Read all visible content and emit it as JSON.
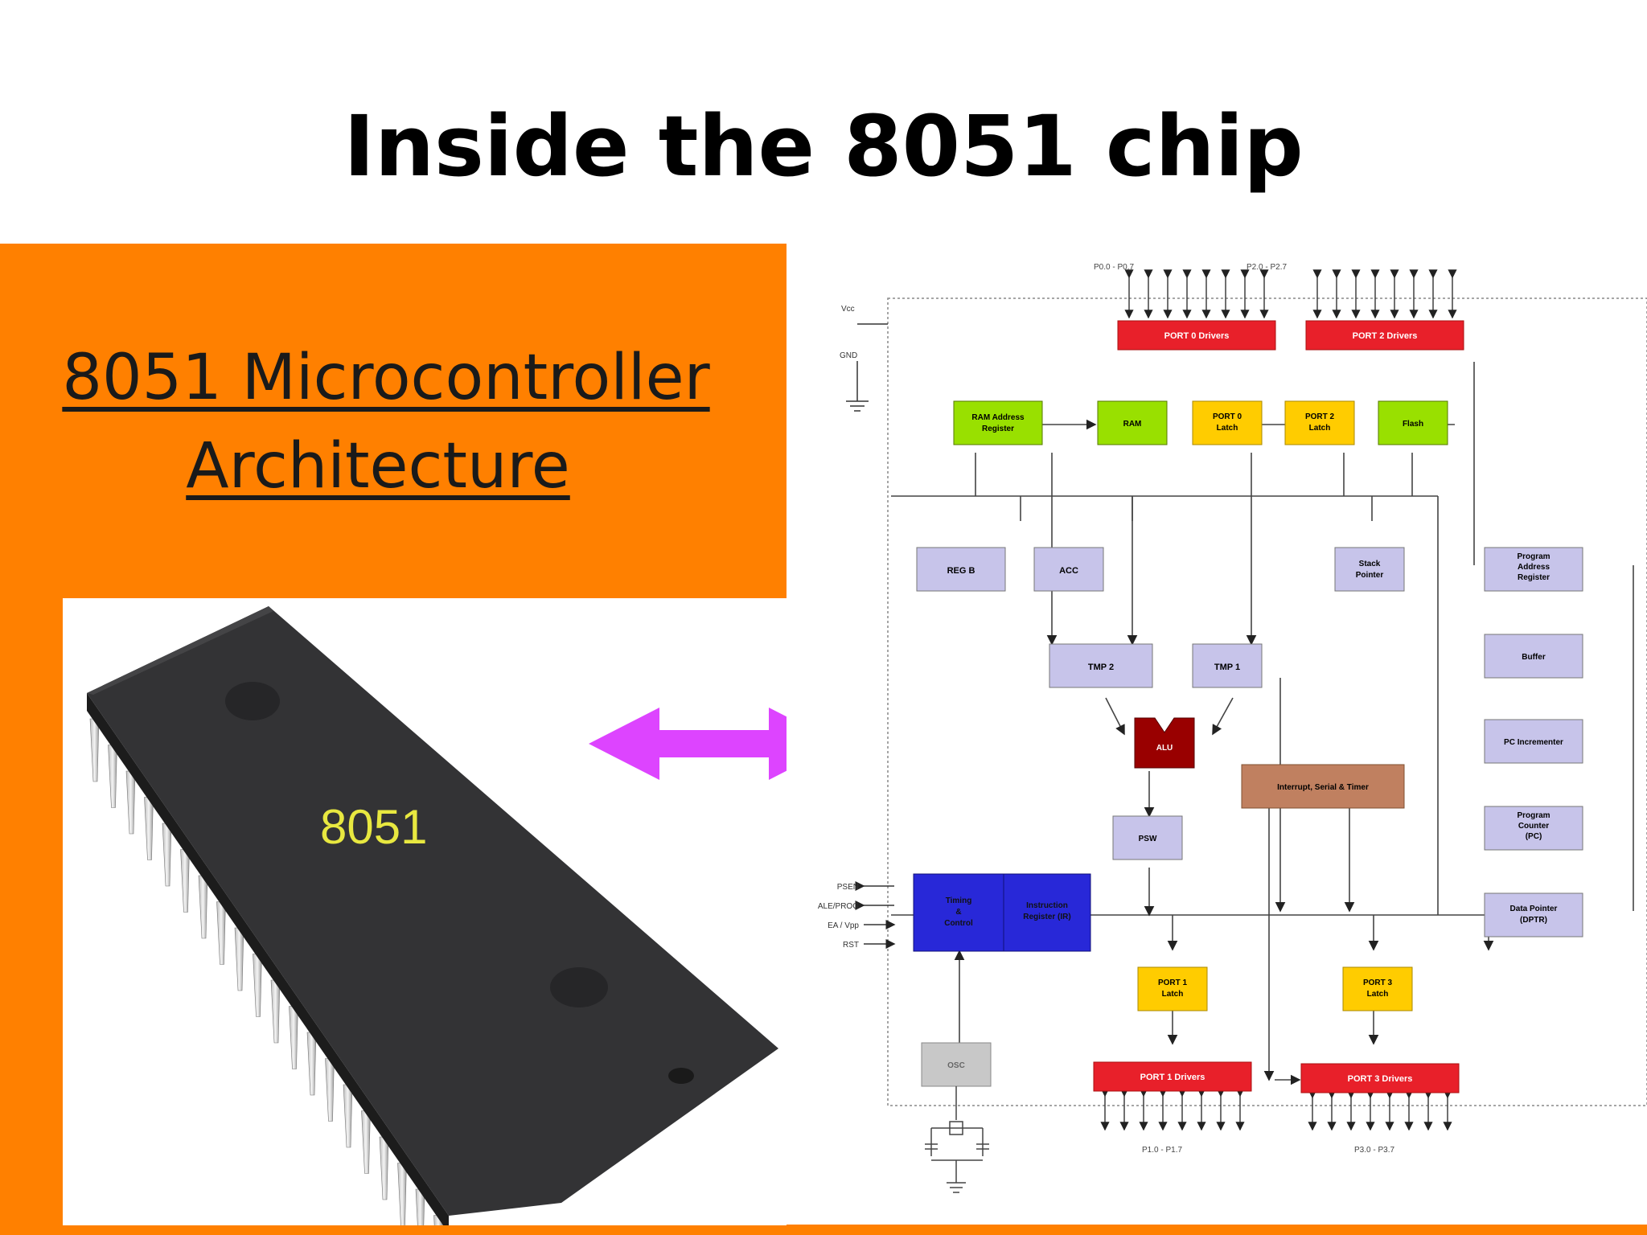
{
  "slide": {
    "title": "Inside the 8051 chip"
  },
  "left_panel": {
    "heading_line1": "8051 Microcontroller ",
    "heading_line2": "Architecture",
    "chip_label": "8051"
  },
  "colors": {
    "orange": "#ff8000",
    "red_driver": "#e8202a",
    "yellow_latch": "#ffcc00",
    "green_block": "#99e000",
    "lavender_block": "#c7c4ea",
    "alu": "#990000",
    "blue_control": "#2828d8",
    "brown_interrupt": "#c08060",
    "arrow_magenta": "#dd44ff"
  },
  "diagram": {
    "pins_top_left": "P0.0 - P0.7",
    "pins_top_right": "P2.0 - P2.7",
    "pins_bottom_left": "P1.0 - P1.7",
    "pins_bottom_right": "P3.0 - P3.7",
    "vcc": "Vcc",
    "gnd": "GND",
    "port0_drivers": "PORT 0 Drivers",
    "port2_drivers": "PORT 2 Drivers",
    "ram_addr_1": "RAM Address",
    "ram_addr_2": "Register",
    "ram": "RAM",
    "port0_latch_1": "PORT 0",
    "port0_latch_2": "Latch",
    "port2_latch_1": "PORT 2",
    "port2_latch_2": "Latch",
    "flash": "Flash",
    "reg_b": "REG B",
    "acc": "ACC",
    "stack_1": "Stack",
    "stack_2": "Pointer",
    "par_1": "Program",
    "par_2": "Address",
    "par_3": "Register",
    "tmp2": "TMP 2",
    "tmp1": "TMP 1",
    "buffer": "Buffer",
    "alu": "ALU",
    "interrupt": "Interrupt, Serial & Timer",
    "pc_inc": "PC Incrementer",
    "psw": "PSW",
    "pc_1": "Program",
    "pc_2": "Counter",
    "pc_3": "(PC)",
    "psen": "PSEN",
    "ale": "ALE/PROG",
    "ea": "EA / Vpp",
    "rst": "RST",
    "timing_1": "Timing",
    "timing_2": "&",
    "timing_3": "Control",
    "ir_1": "Instruction",
    "ir_2": "Register (IR)",
    "dptr_1": "Data Pointer",
    "dptr_2": "(DPTR)",
    "port1_latch_1": "PORT 1",
    "port1_latch_2": "Latch",
    "port3_latch_1": "PORT 3",
    "port3_latch_2": "Latch",
    "osc": "OSC",
    "port1_drivers": "PORT 1 Drivers",
    "port3_drivers": "PORT 3 Drivers"
  }
}
